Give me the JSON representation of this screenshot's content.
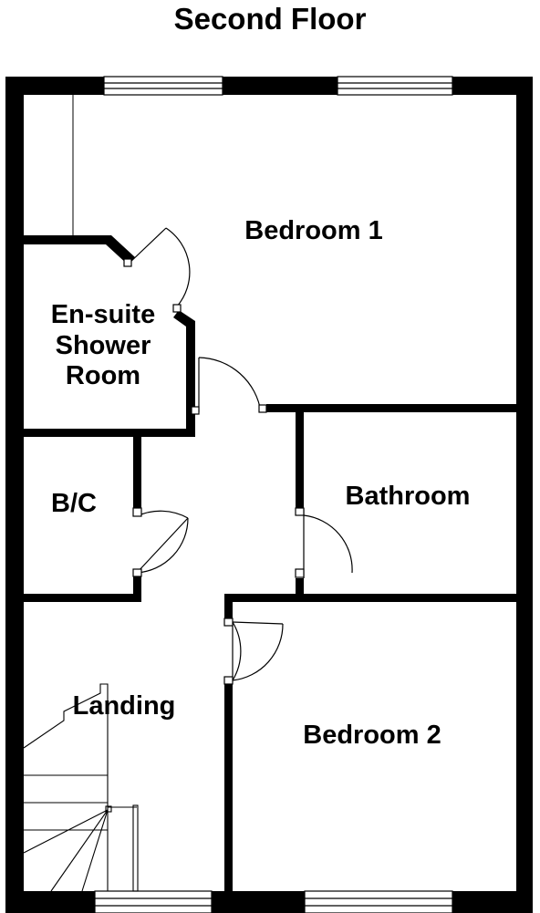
{
  "title": "Second Floor",
  "rooms": {
    "bedroom1": "Bedroom 1",
    "ensuite": [
      "En-suite",
      "Shower",
      "Room"
    ],
    "bc": "B/C",
    "bathroom": "Bathroom",
    "landing": "Landing",
    "bedroom2": "Bedroom 2"
  },
  "colors": {
    "wall": "#000000",
    "background": "#ffffff"
  }
}
